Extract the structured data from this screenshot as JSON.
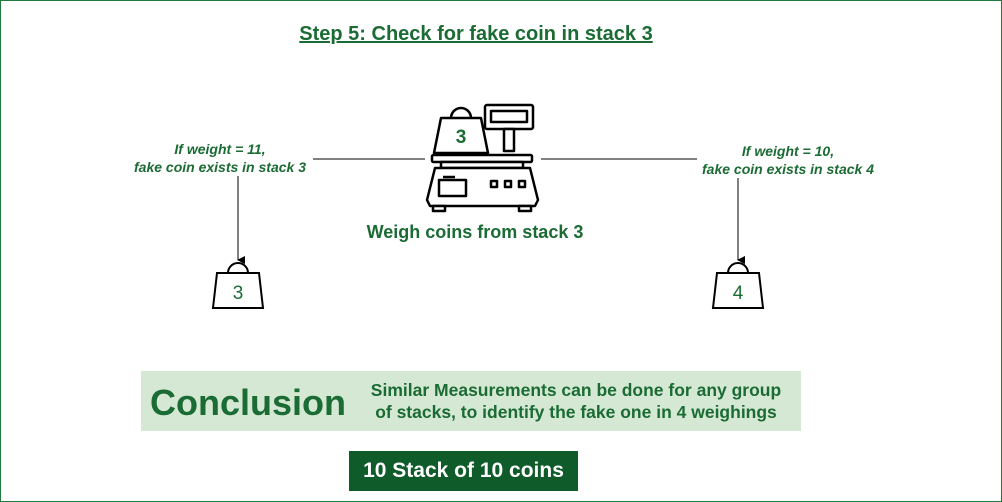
{
  "title": "Step 5: Check for fake coin in stack 3",
  "scale": {
    "icon": "weighing-scale-icon",
    "stack_on_scale": "3",
    "caption": "Weigh coins from stack 3"
  },
  "branches": {
    "left": {
      "condition_line1": "If weight = 11,",
      "condition_line2": "fake coin exists in stack 3",
      "result": "3",
      "icon": "weight-icon"
    },
    "right": {
      "condition_line1": "If weight = 10,",
      "condition_line2": "fake coin exists in stack 4",
      "result": "4",
      "icon": "weight-icon"
    }
  },
  "conclusion": {
    "heading": "Conclusion",
    "line1": "Similar Measurements can be done for any group",
    "line2": "of stacks, to identify the fake one in 4 weighings"
  },
  "footer": {
    "label": "10 Stack of 10 coins"
  },
  "colors": {
    "text": "#1b6b34",
    "border": "#1f7a3f",
    "conclusion_bg": "#d5e8d4",
    "footer_bg": "#0f5c2a",
    "footer_text": "#ffffff"
  }
}
